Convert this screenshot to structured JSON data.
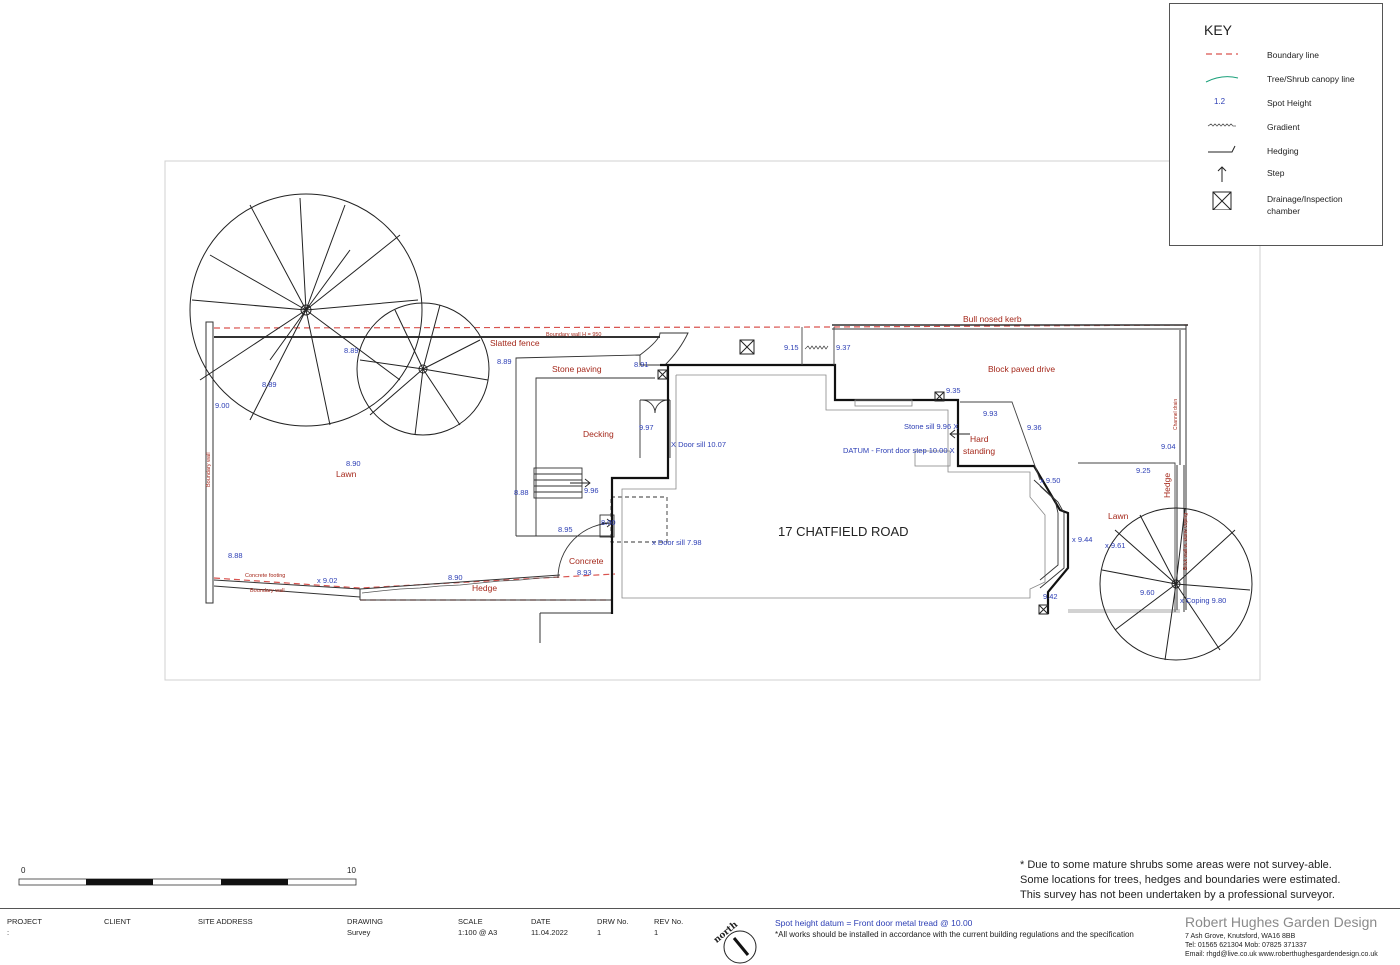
{
  "key": {
    "title": "KEY",
    "items": [
      {
        "label": "Boundary line",
        "icon": "boundary-line-icon"
      },
      {
        "label": "Tree/Shrub canopy line",
        "icon": "canopy-line-icon"
      },
      {
        "label": "Spot Height",
        "symbol": "1.2",
        "icon": "spot-height-icon"
      },
      {
        "label": "Gradient",
        "icon": "gradient-icon"
      },
      {
        "label": "Hedging",
        "icon": "hedging-icon"
      },
      {
        "label": "Step",
        "icon": "step-arrow-icon"
      },
      {
        "label": "Drainage/Inspection chamber",
        "icon": "drainage-chamber-icon"
      }
    ]
  },
  "plan": {
    "house_label": "17 CHATFIELD ROAD",
    "area_labels": {
      "bull_nosed_kerb": "Bull nosed kerb",
      "slatted_fence": "Slatted fence",
      "boundary_wall_h950": "Boundary wall H = 950",
      "stone_paving": "Stone paving",
      "block_paved_drive": "Block paved drive",
      "decking": "Decking",
      "hard": "Hard",
      "standing": "standing",
      "lawn_back": "Lawn",
      "lawn_front": "Lawn",
      "concrete": "Concrete",
      "hedge_bottom": "Hedge",
      "hedge_right": "Hedge",
      "boundary_wall_left": "Boundary wall",
      "concrete_footing": "Concrete footing",
      "boundary_wall_bottom": "Boundary wall",
      "channel_drain": "Channel drain",
      "brick_wall": "Brick wall w. stone coping"
    },
    "spot_heights": {
      "h889_a": "8.89",
      "h889_b": "8.89",
      "h889_c": "8.89",
      "h900": "9.00",
      "h890_lawn": "8.90",
      "h888_a": "8.88",
      "h888_b": "8.88",
      "h902": "x 9.02",
      "h890_hedge": "8.90",
      "h893": "8.93",
      "h895": "8.95",
      "h800": "8.00",
      "h896": "9.96",
      "h891": "8.91",
      "h997": "9.97",
      "door_sill_1007": "X Door sill 10.07",
      "door_sill_798": "x Door sill 7.98",
      "h915": "9.15",
      "h937": "9.37",
      "h935": "9.35",
      "h993": "9.93",
      "h936": "9.36",
      "stone_sill": "Stone sill 9.96 X",
      "datum": "DATUM - Front door step 10.00 X",
      "h950": "x 9.50",
      "h944": "x 9.44",
      "h942": "9.42",
      "h904": "9.04",
      "h925": "9.25",
      "h961": "x 9.61",
      "h960": "9.60",
      "coping": "x Coping 9.80"
    }
  },
  "scale_bar": {
    "start": "0",
    "end": "10"
  },
  "notes": [
    "* Due to some mature shrubs some areas were not survey-able.",
    "Some locations for trees, hedges and boundaries were estimated.",
    "This survey has not been undertaken by a professional surveyor."
  ],
  "title_block": {
    "project_label": "PROJECT",
    "project_value": ":",
    "client_label": "CLIENT",
    "site_label": "SITE ADDRESS",
    "drawing_label": "DRAWING",
    "drawing_value": "Survey",
    "scale_label": "SCALE",
    "scale_value": "1:100 @ A3",
    "date_label": "DATE",
    "date_value": "11.04.2022",
    "drw_label": "DRW No.",
    "drw_value": "1",
    "rev_label": "REV No.",
    "rev_value": "1",
    "north": "north",
    "spot_datum": "Spot height datum = Front door metal tread @ 10.00",
    "works_note": "*All works should be installed in accordance with the current building regulations and the specification",
    "firm_name": "Robert Hughes Garden Design",
    "address": "7 Ash Grove, Knutsford, WA16 8BB",
    "phone": "Tel: 01565 621304   Mob: 07825 371337",
    "email": "Email: rhgd@live.co.uk www.roberthughesgardendesign.co.uk"
  },
  "colors": {
    "label_red": "#a5281b",
    "height_blue": "#2d3fb5",
    "boundary": "#d9534f",
    "canopy": "#1aa07a"
  }
}
